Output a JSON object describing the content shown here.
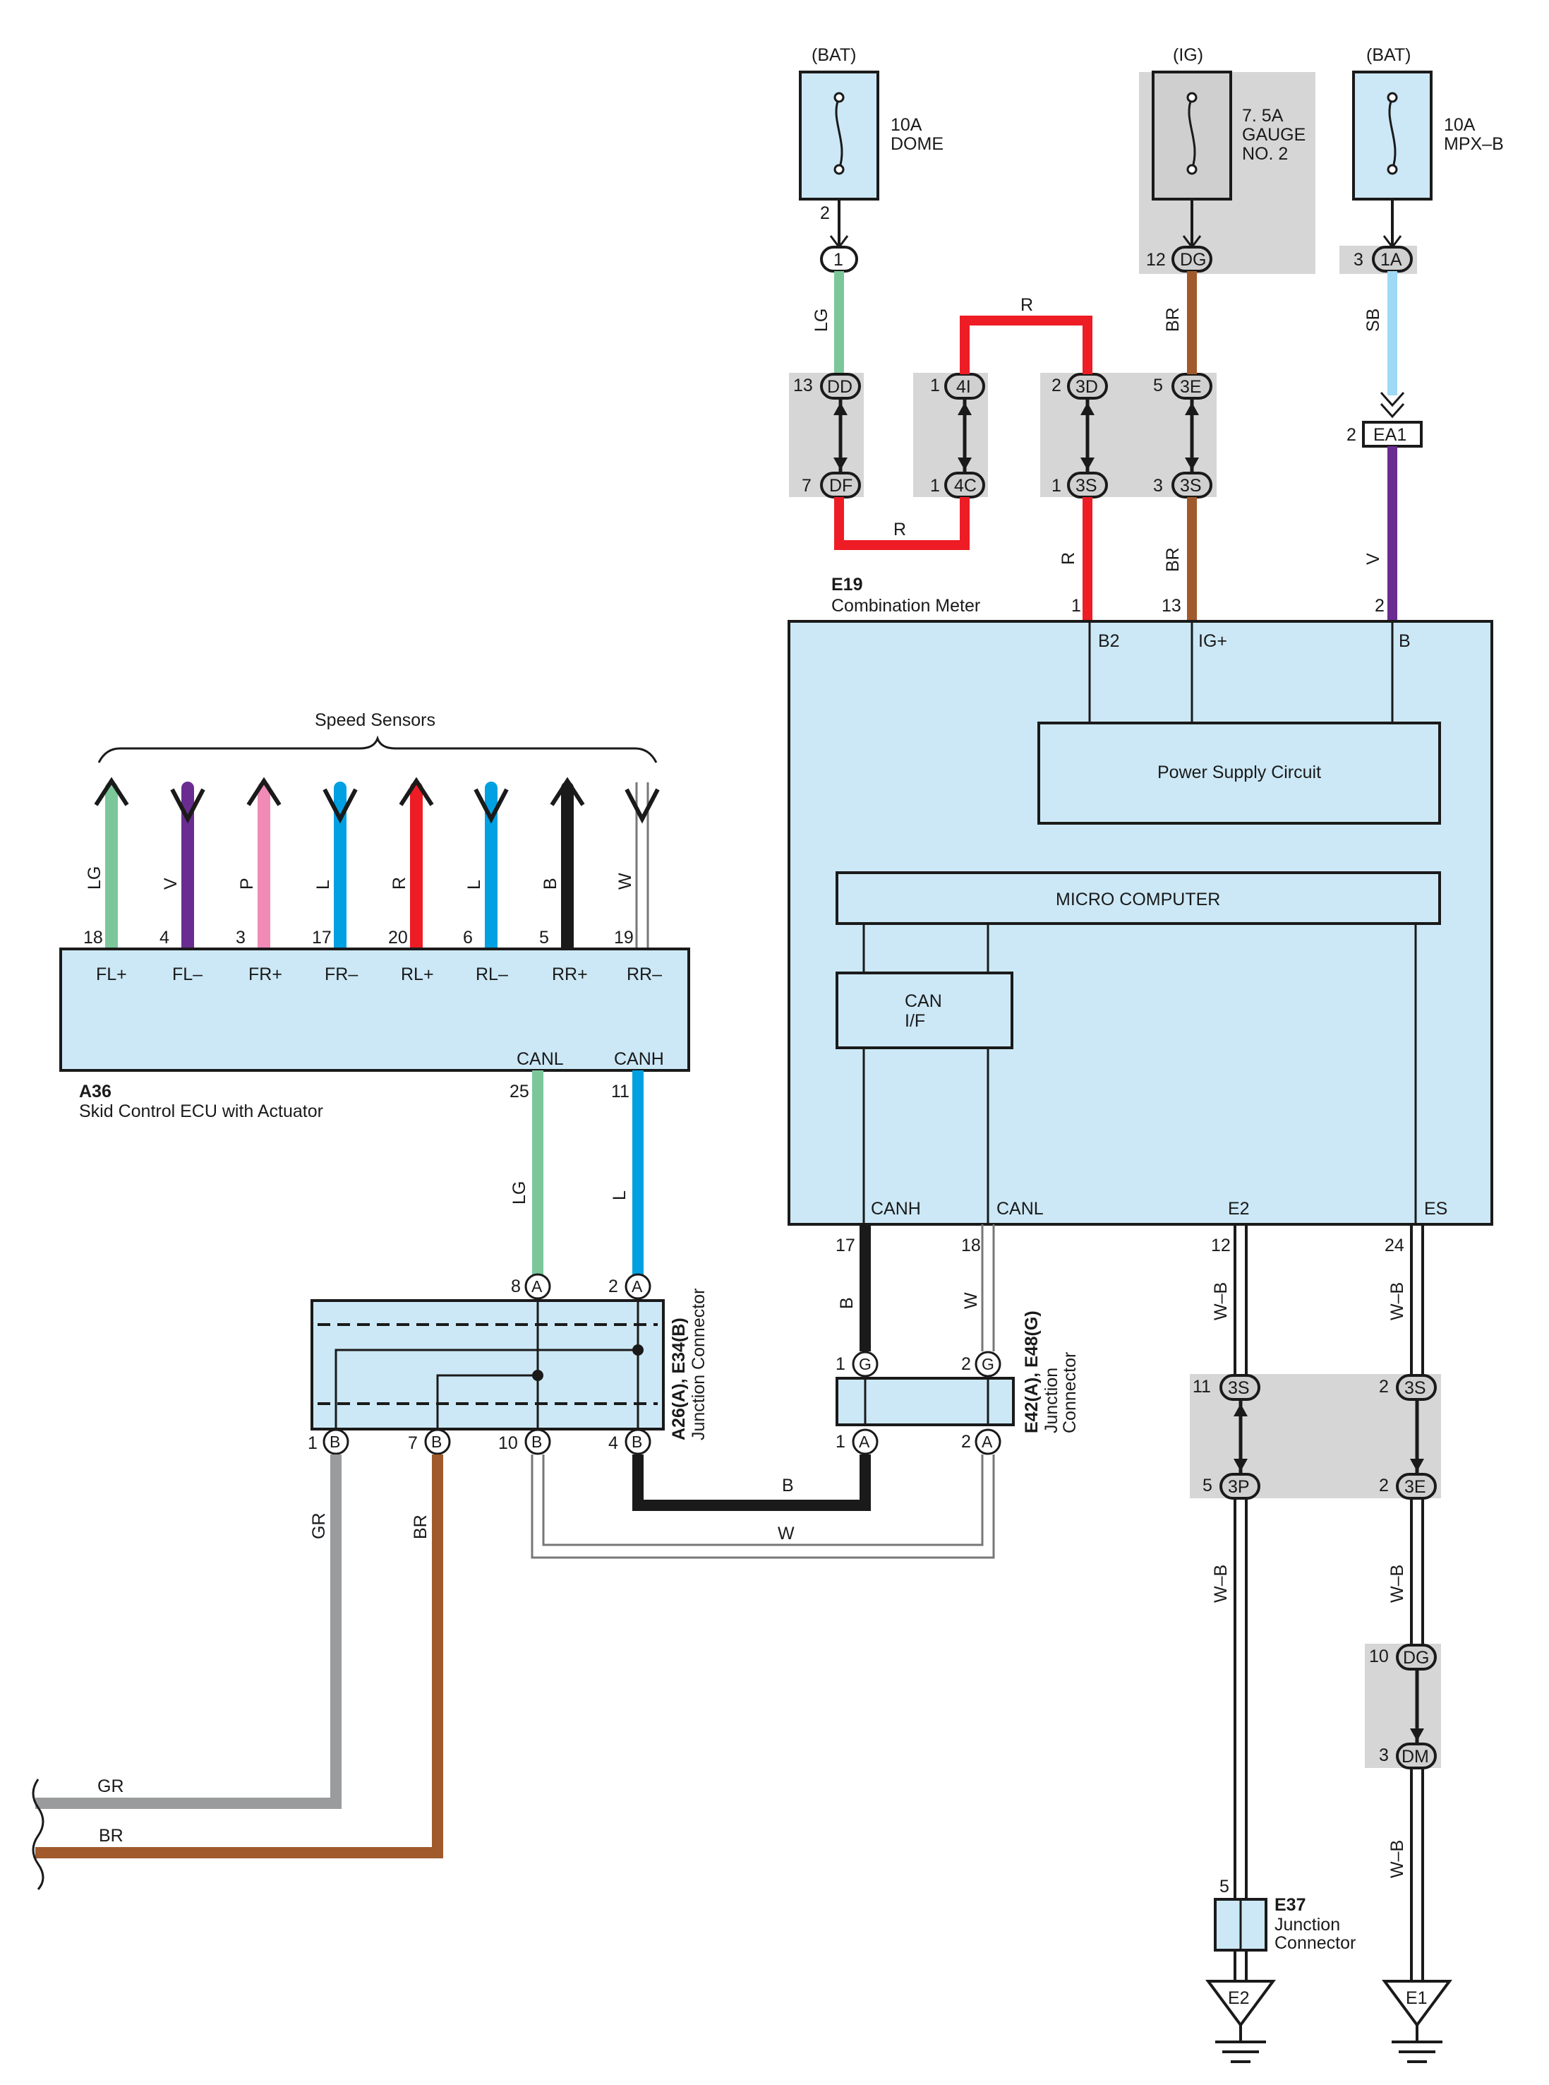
{
  "fuses": {
    "dome": {
      "source": "(BAT)",
      "rating": "10A",
      "name": "DOME",
      "pin": "2",
      "conn": "1"
    },
    "gauge": {
      "source": "(IG)",
      "rating": "7. 5A",
      "name1": "GAUGE",
      "name2": "NO. 2",
      "pin": "12",
      "conn": "DG"
    },
    "mpxb": {
      "source": "(BAT)",
      "rating": "10A",
      "name": "MPX–B",
      "pin": "3",
      "conn": "1A"
    }
  },
  "wires": {
    "lg": "LG",
    "r": "R",
    "br": "BR",
    "sb": "SB",
    "v": "V",
    "b": "B",
    "w": "W",
    "wb": "W–B",
    "l": "L",
    "gr": "GR",
    "p": "P"
  },
  "connectors": {
    "dd": {
      "pin": "13",
      "label": "DD"
    },
    "df": {
      "pin": "7",
      "label": "DF"
    },
    "c4i": {
      "pin": "1",
      "label": "4I"
    },
    "c4c": {
      "pin": "1",
      "label": "4C"
    },
    "c3d": {
      "pin": "2",
      "label": "3D"
    },
    "c3s_a": {
      "pin": "1",
      "label": "3S"
    },
    "c3e": {
      "pin": "5",
      "label": "3E"
    },
    "c3s_b": {
      "pin": "3",
      "label": "3S"
    },
    "ea1": {
      "pin": "2",
      "label": "EA1"
    },
    "c3s_e2": {
      "pin": "11",
      "label": "3S"
    },
    "c3p": {
      "pin": "5",
      "label": "3P"
    },
    "c3s_es": {
      "pin": "2",
      "label": "3S"
    },
    "c3e_es": {
      "pin": "2",
      "label": "3E"
    },
    "dg2": {
      "pin": "10",
      "label": "DG"
    },
    "dm": {
      "pin": "3",
      "label": "DM"
    }
  },
  "meter": {
    "code": "E19",
    "name": "Combination Meter",
    "pins": {
      "b2": "1",
      "igp": "13",
      "b": "2",
      "canh": "17",
      "canl": "18",
      "e2": "12",
      "es": "24"
    },
    "terminals": {
      "b2": "B2",
      "igp": "IG+",
      "b": "B",
      "canh": "CANH",
      "canl": "CANL",
      "e2": "E2",
      "es": "ES"
    },
    "power": "Power Supply Circuit",
    "micro": "MICRO COMPUTER",
    "can1": "CAN",
    "can2": "I/F"
  },
  "ecu": {
    "code": "A36",
    "name": "Skid Control ECU with Actuator",
    "sensors": "Speed Sensors",
    "pins": [
      {
        "term": "FL+",
        "pin": "18",
        "wire": "LG"
      },
      {
        "term": "FL–",
        "pin": "4",
        "wire": "V"
      },
      {
        "term": "FR+",
        "pin": "3",
        "wire": "P"
      },
      {
        "term": "FR–",
        "pin": "17",
        "wire": "L"
      },
      {
        "term": "RL+",
        "pin": "20",
        "wire": "R"
      },
      {
        "term": "RL–",
        "pin": "6",
        "wire": "L"
      },
      {
        "term": "RR+",
        "pin": "5",
        "wire": "B"
      },
      {
        "term": "RR–",
        "pin": "19",
        "wire": "W"
      }
    ],
    "canl": {
      "term": "CANL",
      "pin": "25"
    },
    "canh": {
      "term": "CANH",
      "pin": "11"
    }
  },
  "jc1": {
    "title": "A26(A), E34(B)",
    "sub": "Junction Connector",
    "top": [
      {
        "pin": "8",
        "label": "A"
      },
      {
        "pin": "2",
        "label": "A"
      }
    ],
    "bottom": [
      {
        "pin": "1",
        "label": "B"
      },
      {
        "pin": "7",
        "label": "B"
      },
      {
        "pin": "10",
        "label": "B"
      },
      {
        "pin": "4",
        "label": "B"
      }
    ]
  },
  "jc2": {
    "title": "E42(A), E48(G)",
    "sub1": "Junction",
    "sub2": "Connector",
    "top": [
      {
        "pin": "1",
        "label": "G"
      },
      {
        "pin": "2",
        "label": "G"
      }
    ],
    "bottom": [
      {
        "pin": "1",
        "label": "A"
      },
      {
        "pin": "2",
        "label": "A"
      }
    ]
  },
  "e37": {
    "code": "E37",
    "name1": "Junction",
    "name2": "Connector",
    "pin": "5"
  },
  "grounds": {
    "e2": "E2",
    "e1": "E1"
  },
  "colors": {
    "lg": "#7cc79a",
    "red": "#ee1c25",
    "brown": "#a05a2c",
    "sb": "#9fd9f5",
    "violet": "#6a2c91",
    "black": "#1a1a1a",
    "blue": "#00a0e3",
    "pink": "#f08bb8",
    "gray": "#9a9b9d",
    "box": "#cce8f6",
    "shade": "#d6d6d6"
  }
}
